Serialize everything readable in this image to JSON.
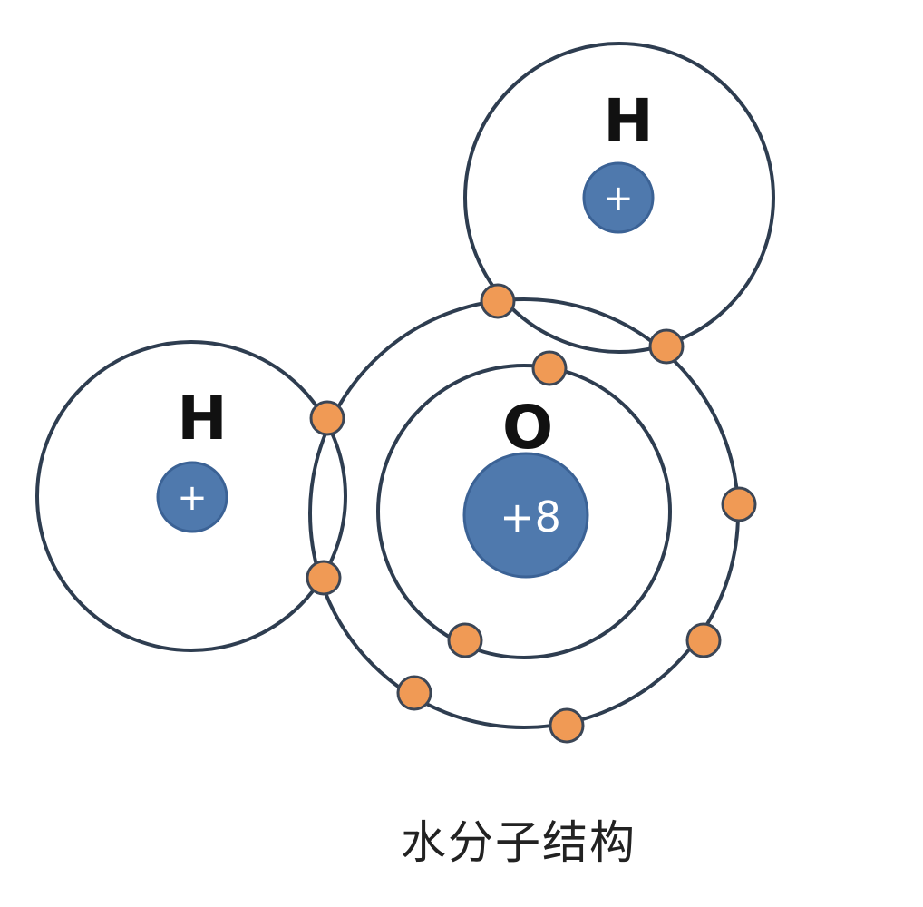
{
  "diagram": {
    "caption": "水分子结构",
    "atoms": {
      "oxygen": {
        "symbol": "O",
        "charge": "+8"
      },
      "hydrogen_top": {
        "symbol": "H",
        "charge": "+"
      },
      "hydrogen_left": {
        "symbol": "H",
        "charge": "+"
      }
    },
    "colors": {
      "nucleus": "#4f79ad",
      "electron": "#f09a55",
      "shell": "#2e3d50"
    }
  }
}
